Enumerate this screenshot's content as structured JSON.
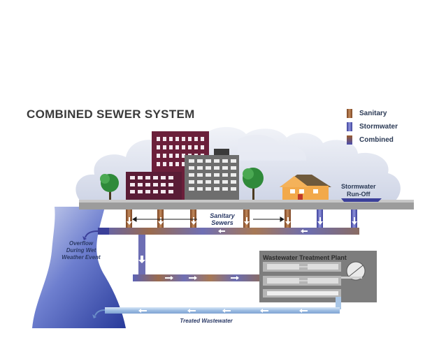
{
  "diagram": {
    "title": "COMBINED SEWER SYSTEM",
    "legend": [
      {
        "label": "Sanitary",
        "color": "#9a5b2c"
      },
      {
        "label": "Stormwater",
        "color": "#4a4fb0"
      },
      {
        "label": "Combined",
        "color": "#7a6a8e"
      }
    ],
    "labels": {
      "stormwater_runoff_line1": "Stormwater",
      "stormwater_runoff_line2": "Run-Off",
      "sanitary_sewers_line1": "Sanitary",
      "sanitary_sewers_line2": "Sewers",
      "overflow_line1": "Overflow",
      "overflow_line2": "During Wet",
      "overflow_line3": "Weather Event",
      "treatment_plant": "Wastewater Treatment Plant",
      "treated_wastewater": "Treated Wastewater"
    },
    "colors": {
      "sanitary": "#9a5b2c",
      "stormwater": "#4a4fb0",
      "combined": "#7a6a8e",
      "river": "#3a4ca8",
      "treated": "#a9c6e6",
      "plant": "#8f8f8f",
      "cloud": "#dfe3ee",
      "ground": "#9a9a9a"
    }
  }
}
